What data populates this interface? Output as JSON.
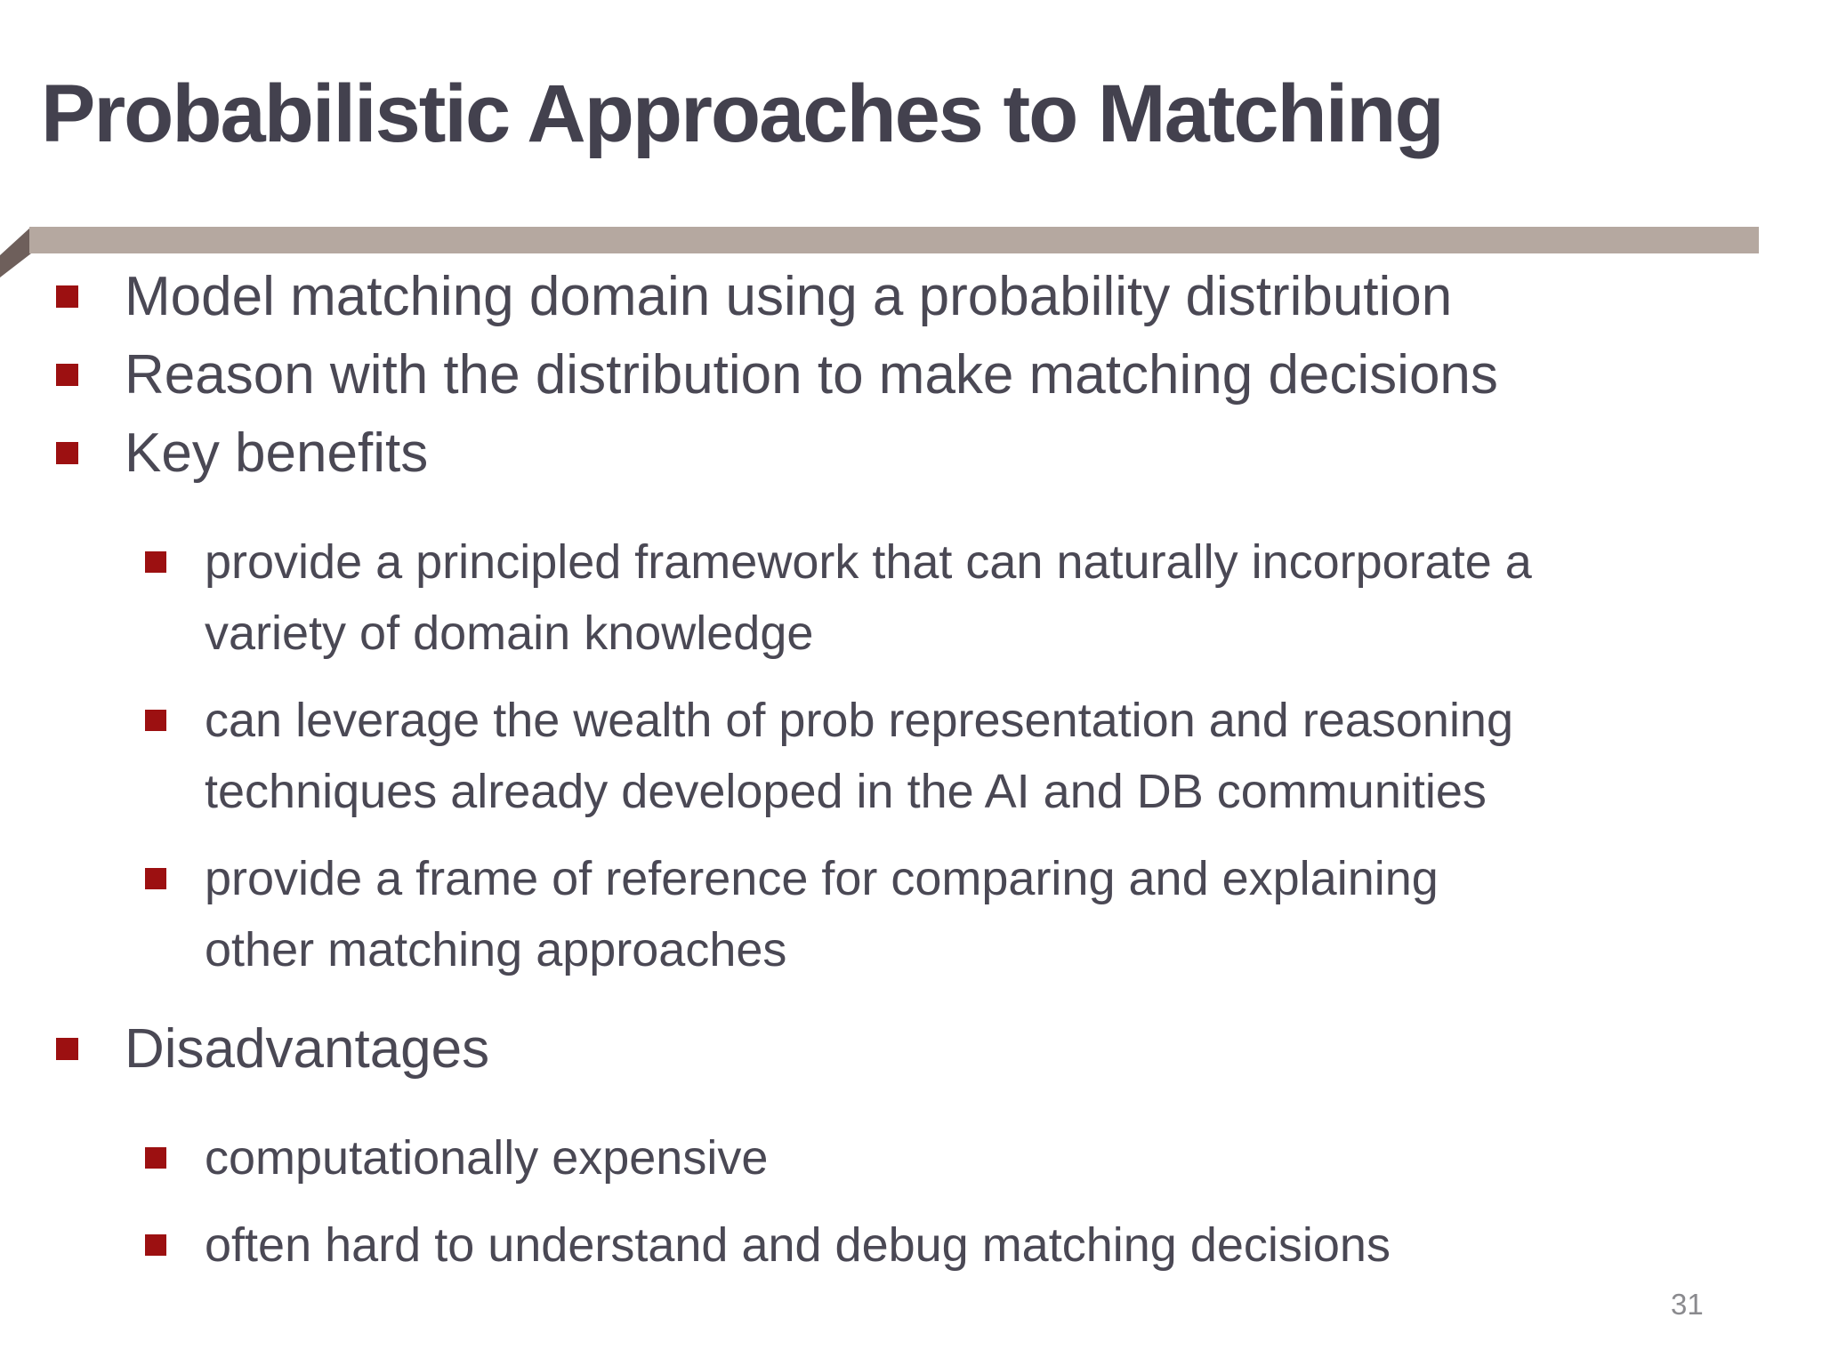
{
  "slide": {
    "title": "Probabilistic Approaches to Matching",
    "page_number": "31",
    "colors": {
      "title_text": "#43414e",
      "body_text": "#4a4854",
      "bullet_square": "#9c1011",
      "title_bar": "#b5a8a0",
      "title_bar_fold": "#6e5f5b",
      "page_number": "#8a8a8e",
      "background": "#ffffff"
    },
    "bullets": [
      {
        "level": 1,
        "lines": [
          "Model matching domain using a probability distribution"
        ]
      },
      {
        "level": 1,
        "lines": [
          "Reason with the distribution to make matching decisions"
        ]
      },
      {
        "level": 1,
        "lines": [
          "Key benefits"
        ]
      },
      {
        "level": 2,
        "lines": [
          "provide a principled framework that can naturally incorporate a",
          "variety of domain knowledge"
        ]
      },
      {
        "level": 2,
        "lines": [
          "can leverage the wealth of prob representation and reasoning",
          "techniques already developed in the AI and DB communities"
        ]
      },
      {
        "level": 2,
        "lines": [
          "provide a frame of reference for comparing and explaining",
          "other matching approaches"
        ]
      },
      {
        "level": 1,
        "lines": [
          "Disadvantages"
        ]
      },
      {
        "level": 2,
        "lines": [
          "computationally expensive"
        ]
      },
      {
        "level": 2,
        "lines": [
          "often hard to understand and debug matching decisions"
        ]
      }
    ]
  }
}
